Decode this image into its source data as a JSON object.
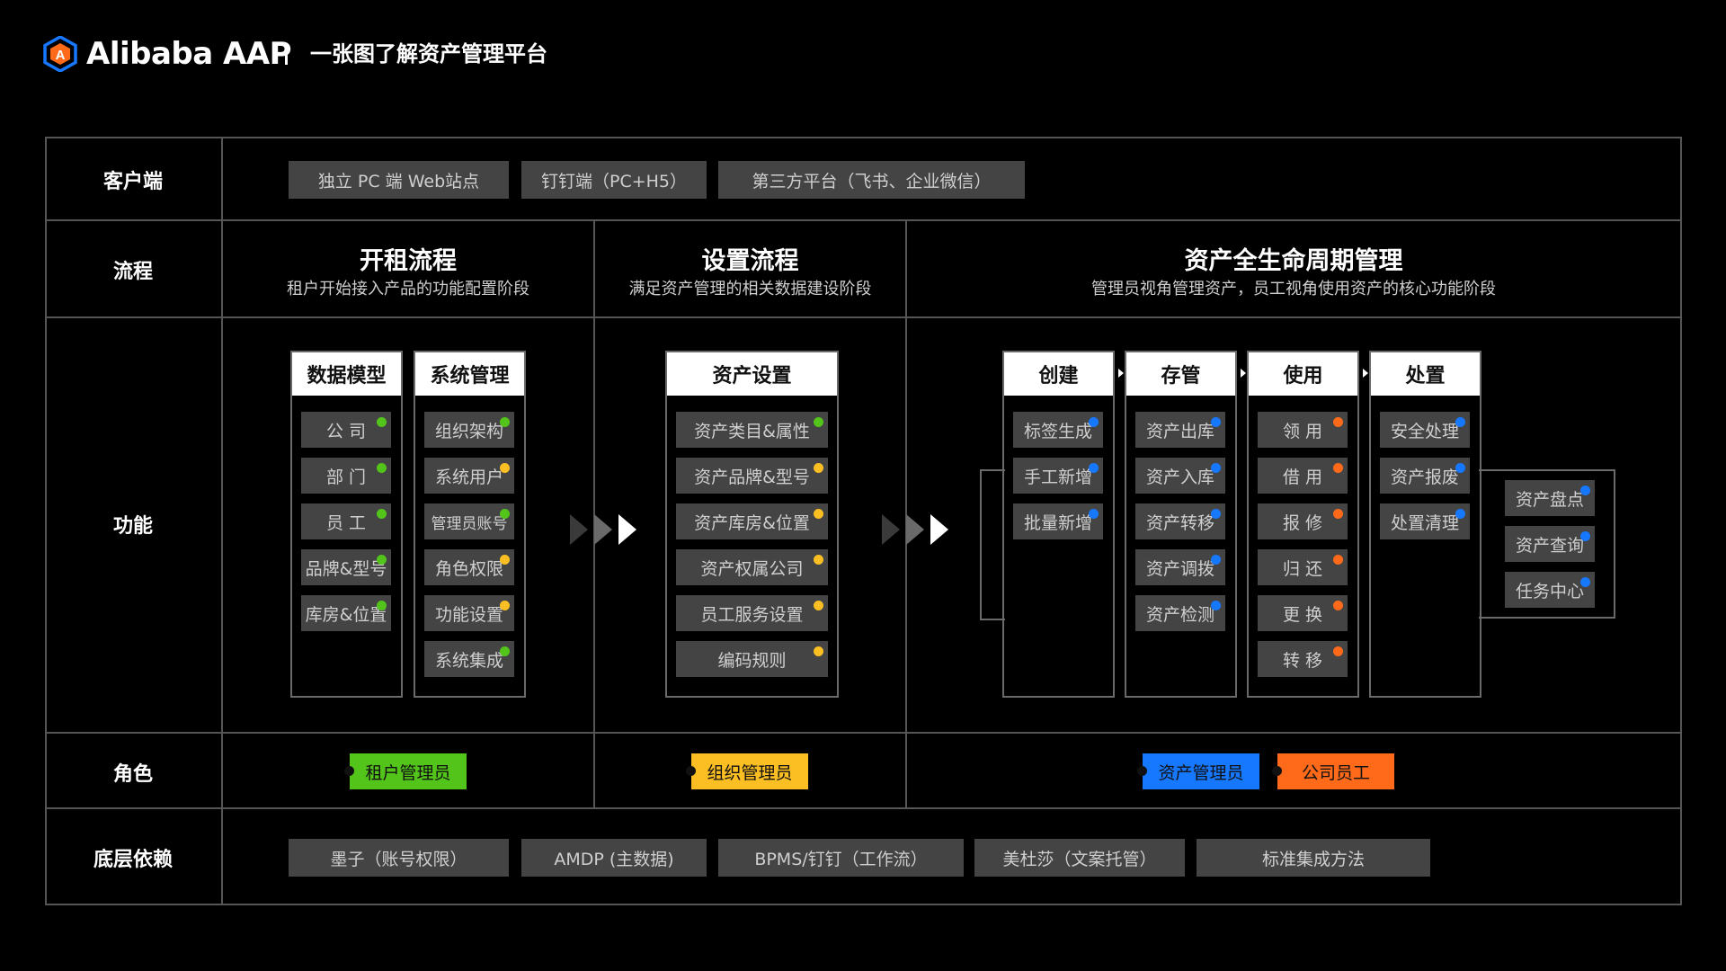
{
  "header": {
    "brand": "Alibaba AAP",
    "subtitle": "一张图了解资产管理平台"
  },
  "rows": {
    "client": "客户端",
    "process": "流程",
    "function": "功能",
    "role": "角色",
    "dependency": "底层依赖"
  },
  "clients": [
    "独立 PC 端 Web站点",
    "钉钉端（PC+H5）",
    "第三方平台（飞书、企业微信）"
  ],
  "phases": [
    {
      "title": "开租流程",
      "desc": "租户开始接入产品的功能配置阶段"
    },
    {
      "title": "设置流程",
      "desc": "满足资产管理的相关数据建设阶段"
    },
    {
      "title": "资产全生命周期管理",
      "desc": "管理员视角管理资产，员工视角使用资产的核心功能阶段"
    }
  ],
  "modules": {
    "data_model": {
      "title": "数据模型",
      "items": [
        "公 司",
        "部 门",
        "员 工",
        "品牌&型号",
        "库房&位置"
      ]
    },
    "system_mgmt": {
      "title": "系统管理",
      "items": [
        "组织架构",
        "系统用户",
        "管理员账号",
        "角色权限",
        "功能设置",
        "系统集成"
      ]
    },
    "asset_settings": {
      "title": "资产设置",
      "items": [
        "资产类目&属性",
        "资产品牌&型号",
        "资产库房&位置",
        "资产权属公司",
        "员工服务设置",
        "编码规则"
      ]
    },
    "create": {
      "title": "创建",
      "items": [
        "标签生成",
        "手工新增",
        "批量新增"
      ]
    },
    "storage": {
      "title": "存管",
      "items": [
        "资产出库",
        "资产入库",
        "资产转移",
        "资产调拨",
        "资产检测"
      ]
    },
    "usage": {
      "title": "使用",
      "items": [
        "领 用",
        "借 用",
        "报 修",
        "归 还",
        "更 换",
        "转 移"
      ]
    },
    "disposal": {
      "title": "处置",
      "items": [
        "安全处理",
        "资产报废",
        "处置清理"
      ]
    },
    "extra": {
      "items": [
        "资产盘点",
        "资产查询",
        "任务中心"
      ]
    }
  },
  "roles": [
    "租户管理员",
    "组织管理员",
    "资产管理员",
    "公司员工"
  ],
  "dependencies": [
    "墨子（账号权限）",
    "AMDP (主数据)",
    "BPMS/钉钉（工作流）",
    "美杜莎（文案托管）",
    "标准集成方法"
  ],
  "colors": {
    "green": "#52c41a",
    "yellow": "#fbbf24",
    "blue": "#1677ff",
    "orange": "#ff6a1a",
    "chip": "#444444",
    "grid": "#555555"
  }
}
